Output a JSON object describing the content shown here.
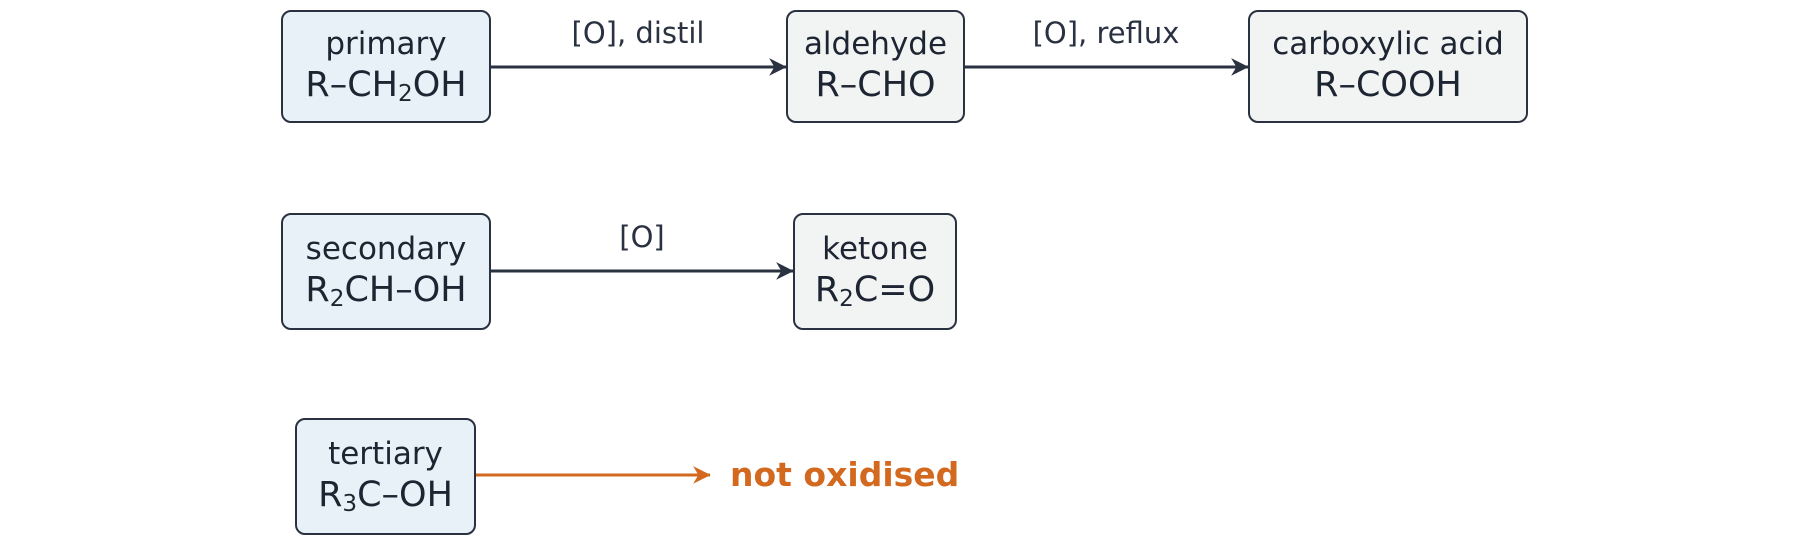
{
  "rows": [
    {
      "source": {
        "name": "primary",
        "formula": [
          "R–CH",
          "2",
          "OH"
        ]
      },
      "steps": [
        {
          "condition": "[O], distil",
          "product": {
            "name": "aldehyde",
            "formula": [
              "R–CHO"
            ]
          }
        },
        {
          "condition": "[O], reflux",
          "product": {
            "name": "carboxylic acid",
            "formula": [
              "R–COOH"
            ]
          }
        }
      ]
    },
    {
      "source": {
        "name": "secondary",
        "formula": [
          "R",
          "2",
          "CH–OH"
        ]
      },
      "steps": [
        {
          "condition": "[O]",
          "product": {
            "name": "ketone",
            "formula": [
              "R",
              "2",
              "C=O"
            ]
          }
        }
      ]
    },
    {
      "source": {
        "name": "tertiary",
        "formula": [
          "R",
          "3",
          "C–OH"
        ]
      },
      "outcome": "not oxidised"
    }
  ],
  "colors": {
    "dark": "#2a3140",
    "accent": "#d2691e",
    "start_fill": "#e8f1f7",
    "end_fill": "#f2f4f3"
  }
}
